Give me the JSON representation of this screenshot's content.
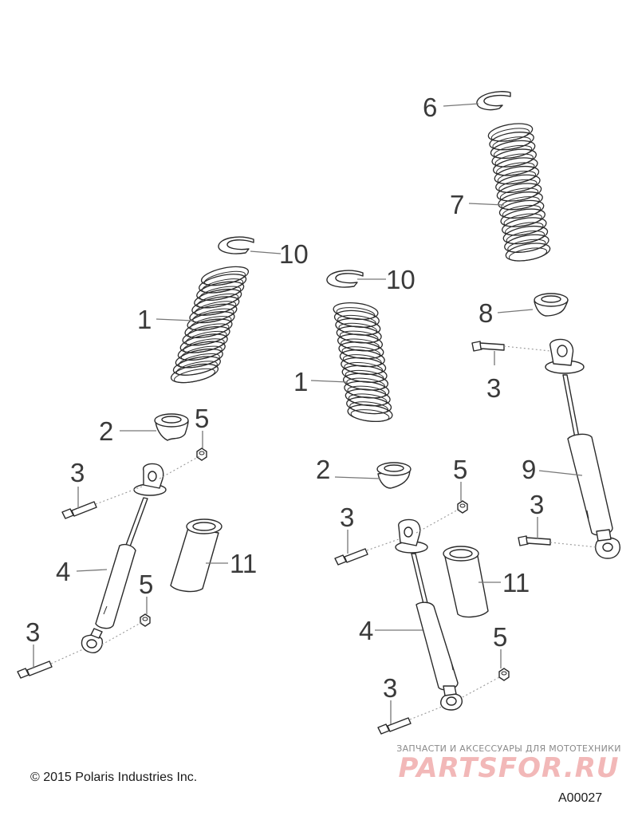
{
  "diagram": {
    "callouts": [
      "1",
      "1",
      "2",
      "2",
      "3",
      "3",
      "3",
      "3",
      "3",
      "3",
      "4",
      "4",
      "5",
      "5",
      "5",
      "5",
      "6",
      "7",
      "8",
      "9",
      "10",
      "10",
      "11",
      "11"
    ]
  },
  "footer": {
    "copyright": "© 2015 Polaris Industries Inc.",
    "figure_id": "A00027"
  },
  "watermark": {
    "tagline": "ЗАПЧАСТИ И АКСЕССУАРЫ ДЛЯ МОТОТЕХНИКИ",
    "brand": "PARTSFOR.RU"
  }
}
